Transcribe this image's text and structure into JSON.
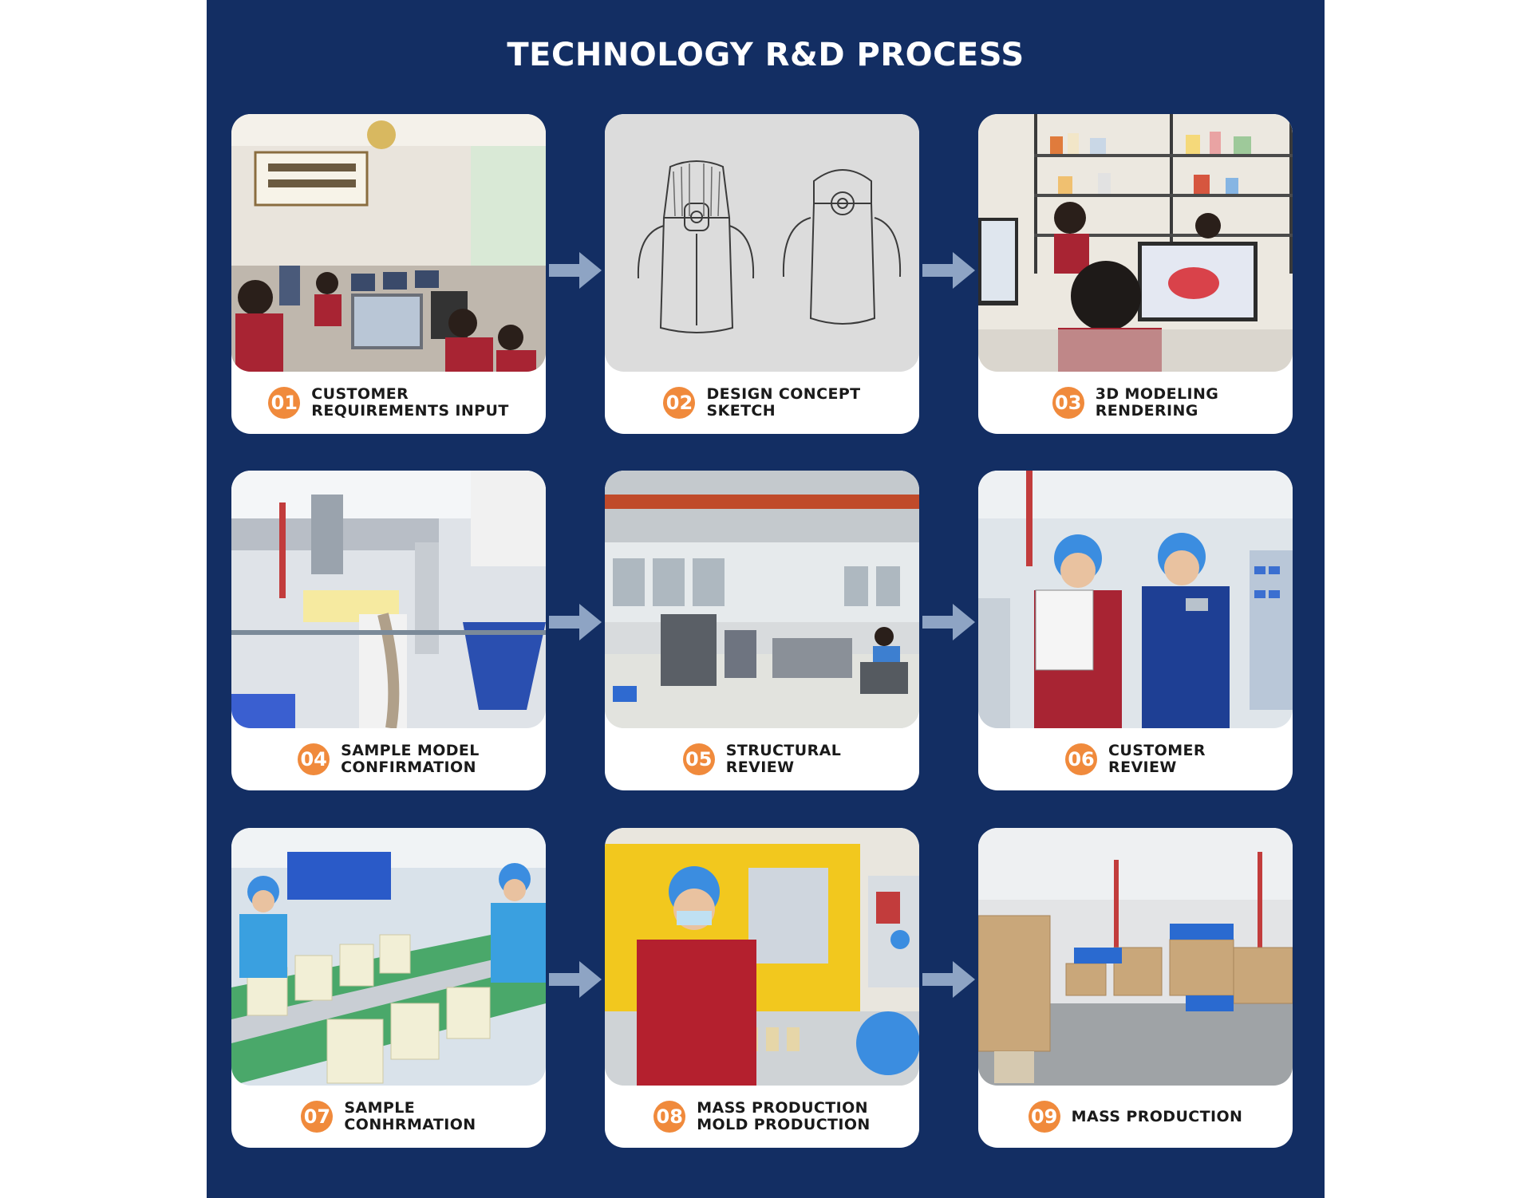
{
  "title": "TECHNOLOGY R&D PROCESS",
  "colors": {
    "panel_background": "#132e63",
    "card_background": "#ffffff",
    "step_badge": "#f08a3c",
    "arrow": "#8ea4c4"
  },
  "steps": [
    {
      "number": "01",
      "line1": "CUSTOMER",
      "line2": "REQUIREMENTS INPUT"
    },
    {
      "number": "02",
      "line1": "DESIGN CONCEPT",
      "line2": "SKETCH"
    },
    {
      "number": "03",
      "line1": "3D MODELING",
      "line2": "RENDERING"
    },
    {
      "number": "04",
      "line1": "SAMPLE MODEL",
      "line2": "CONFIRMATION"
    },
    {
      "number": "05",
      "line1": "STRUCTURAL",
      "line2": "REVIEW"
    },
    {
      "number": "06",
      "line1": "CUSTOMER",
      "line2": "REVIEW"
    },
    {
      "number": "07",
      "line1": "SAMPLE",
      "line2": "CONHRMATION"
    },
    {
      "number": "08",
      "line1": "MASS PRODUCTION",
      "line2": "MOLD PRODUCTION"
    },
    {
      "number": "09",
      "line1": "MASS PRODUCTION",
      "line2": ""
    }
  ],
  "icons": {
    "arrow": "arrow-right-icon"
  }
}
